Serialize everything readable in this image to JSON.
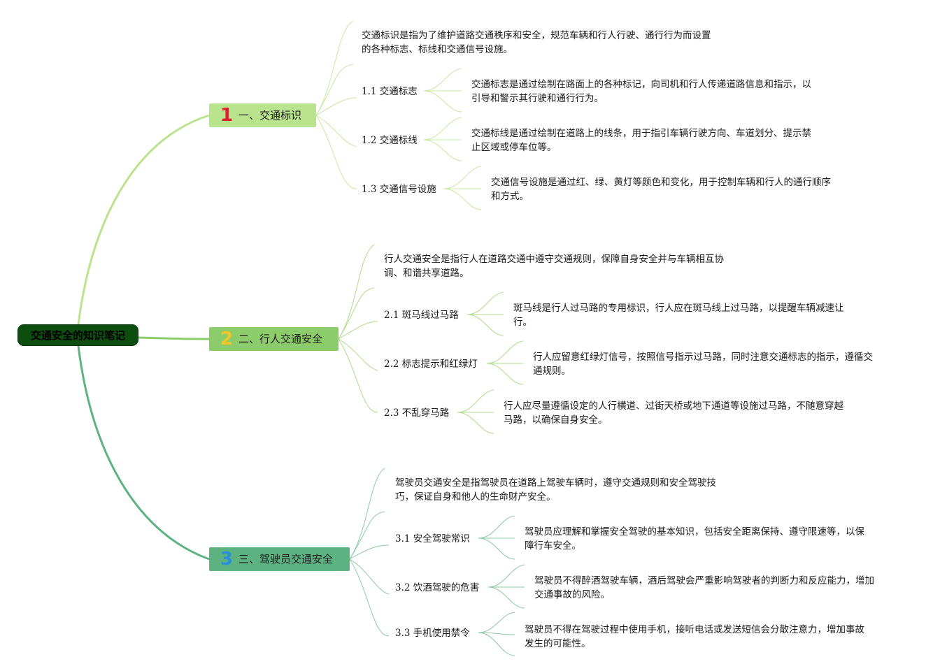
{
  "root": {
    "label": "交通安全的知识笔记"
  },
  "branches": [
    {
      "num": "1",
      "num_color": "#d9232d",
      "label": "一、交通标识",
      "color": "#b9e48d",
      "intro": "交通标识是指为了维护道路交通秩序和安全，规范车辆和行人行驶、通行行为而设置的各种标志、标线和交通信号设施。",
      "subs": [
        {
          "label": "1.1 交通标志",
          "desc": "交通标志是通过绘制在路面上的各种标记，向司机和行人传递道路信息和指示，以引导和警示其行驶和通行行为。"
        },
        {
          "label": "1.2 交通标线",
          "desc": "交通标线是通过绘制在道路上的线条，用于指引车辆行驶方向、车道划分、提示禁止区域或停车位等。"
        },
        {
          "label": "1.3 交通信号设施",
          "desc": "交通信号设施是通过红、绿、黄灯等颜色和变化，用于控制车辆和行人的通行顺序和方式。"
        }
      ]
    },
    {
      "num": "2",
      "num_color": "#f3c623",
      "label": "二、行人交通安全",
      "color": "#8dcc6a",
      "intro": "行人交通安全是指行人在道路交通中遵守交通规则，保障自身安全并与车辆相互协调、和谐共享道路。",
      "subs": [
        {
          "label": "2.1 斑马线过马路",
          "desc": "斑马线是行人过马路的专用标识，行人应在斑马线上过马路，以提醒车辆减速让行。"
        },
        {
          "label": "2.2 标志提示和红绿灯",
          "desc": "行人应留意红绿灯信号，按照信号指示过马路，同时注意交通标志的指示，遵循交通规则。"
        },
        {
          "label": "2.3 不乱穿马路",
          "desc": "行人应尽量遵循设定的人行横道、过街天桥或地下通道等设施过马路，不随意穿越马路，以确保自身安全。"
        }
      ]
    },
    {
      "num": "3",
      "num_color": "#2b8fd6",
      "label": "三、驾驶员交通安全",
      "color": "#5cb381",
      "intro": "驾驶员交通安全是指驾驶员在道路上驾驶车辆时，遵守交通规则和安全驾驶技巧，保证自身和他人的生命财产安全。",
      "subs": [
        {
          "label": "3.1 安全驾驶常识",
          "desc": "驾驶员应理解和掌握安全驾驶的基本知识，包括安全距离保持、遵守限速等，以保障行车安全。"
        },
        {
          "label": "3.2 饮酒驾驶的危害",
          "desc": "驾驶员不得醉酒驾驶车辆，酒后驾驶会严重影响驾驶者的判断力和反应能力，增加交通事故的风险。"
        },
        {
          "label": "3.3 手机使用禁令",
          "desc": "驾驶员不得在驾驶过程中使用手机，接听电话或发送短信会分散注意力，增加事故发生的可能性。"
        }
      ]
    }
  ]
}
